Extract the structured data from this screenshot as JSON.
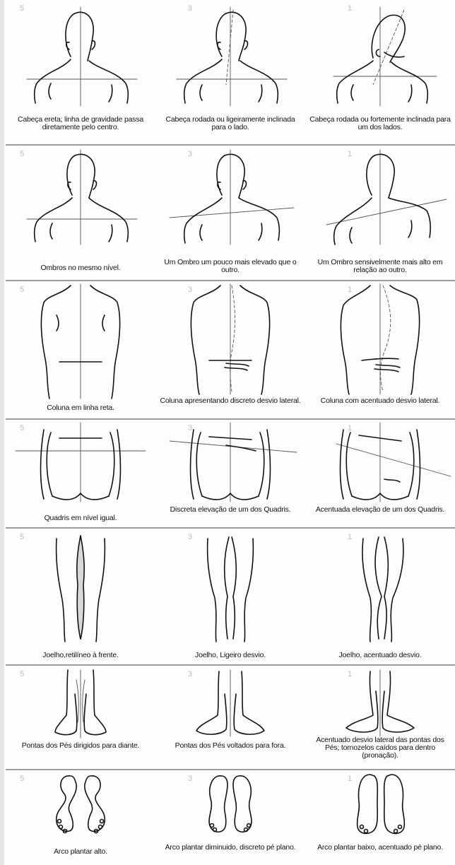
{
  "rows": [
    {
      "name": "head",
      "cells": [
        {
          "score": "5",
          "caption": "Cabeça ereta; linha de gravidade passa diretamente pelo centro."
        },
        {
          "score": "3",
          "caption": "Cabeça rodada ou ligeiramente inclinada para o lado."
        },
        {
          "score": "1",
          "caption": "Cabeça rodada ou fortemente inclinada para um dos lados."
        }
      ]
    },
    {
      "name": "shoulders",
      "cells": [
        {
          "score": "5",
          "caption": "Ombros no mesmo nível."
        },
        {
          "score": "3",
          "caption": "Um Ombro um pouco mais elevado que o outro."
        },
        {
          "score": "1",
          "caption": "Um Ombro sensivelmente mais alto em relação ao outro."
        }
      ]
    },
    {
      "name": "spine",
      "cells": [
        {
          "score": "5",
          "caption": "Coluna em linha reta."
        },
        {
          "score": "3",
          "caption": "Coluna apresentando discreto desvio lateral."
        },
        {
          "score": "1",
          "caption": "Coluna com acentuado desvio lateral."
        }
      ]
    },
    {
      "name": "hips",
      "cells": [
        {
          "score": "5",
          "caption": "Quadris em nível igual."
        },
        {
          "score": "3",
          "caption": "Discreta elevação de um dos Quadris."
        },
        {
          "score": "1",
          "caption": "Acentuada elevação de um dos Quadris."
        }
      ]
    },
    {
      "name": "knees",
      "cells": [
        {
          "score": "5",
          "caption": "Joelho,retilíneo à frente."
        },
        {
          "score": "3",
          "caption": "Joelho, Ligeiro desvio."
        },
        {
          "score": "1",
          "caption": "Joelho, acentuado desvio."
        }
      ]
    },
    {
      "name": "feet",
      "cells": [
        {
          "score": "5",
          "caption": "Pontas dos Pés dirigidos para diante."
        },
        {
          "score": "3",
          "caption": "Pontas dos Pés voltados para fora."
        },
        {
          "score": "1",
          "caption": "Acentuado desvio lateral das pontas dos Pés; tornozelos caídos para dentro (pronação)."
        }
      ]
    },
    {
      "name": "arch",
      "cells": [
        {
          "score": "5",
          "caption": "Arco plantar alto."
        },
        {
          "score": "3",
          "caption": "Arco plantar diminuido, discreto pé plano."
        },
        {
          "score": "1",
          "caption": "Arco plantar baixo, acentuado pé plano."
        }
      ]
    }
  ]
}
